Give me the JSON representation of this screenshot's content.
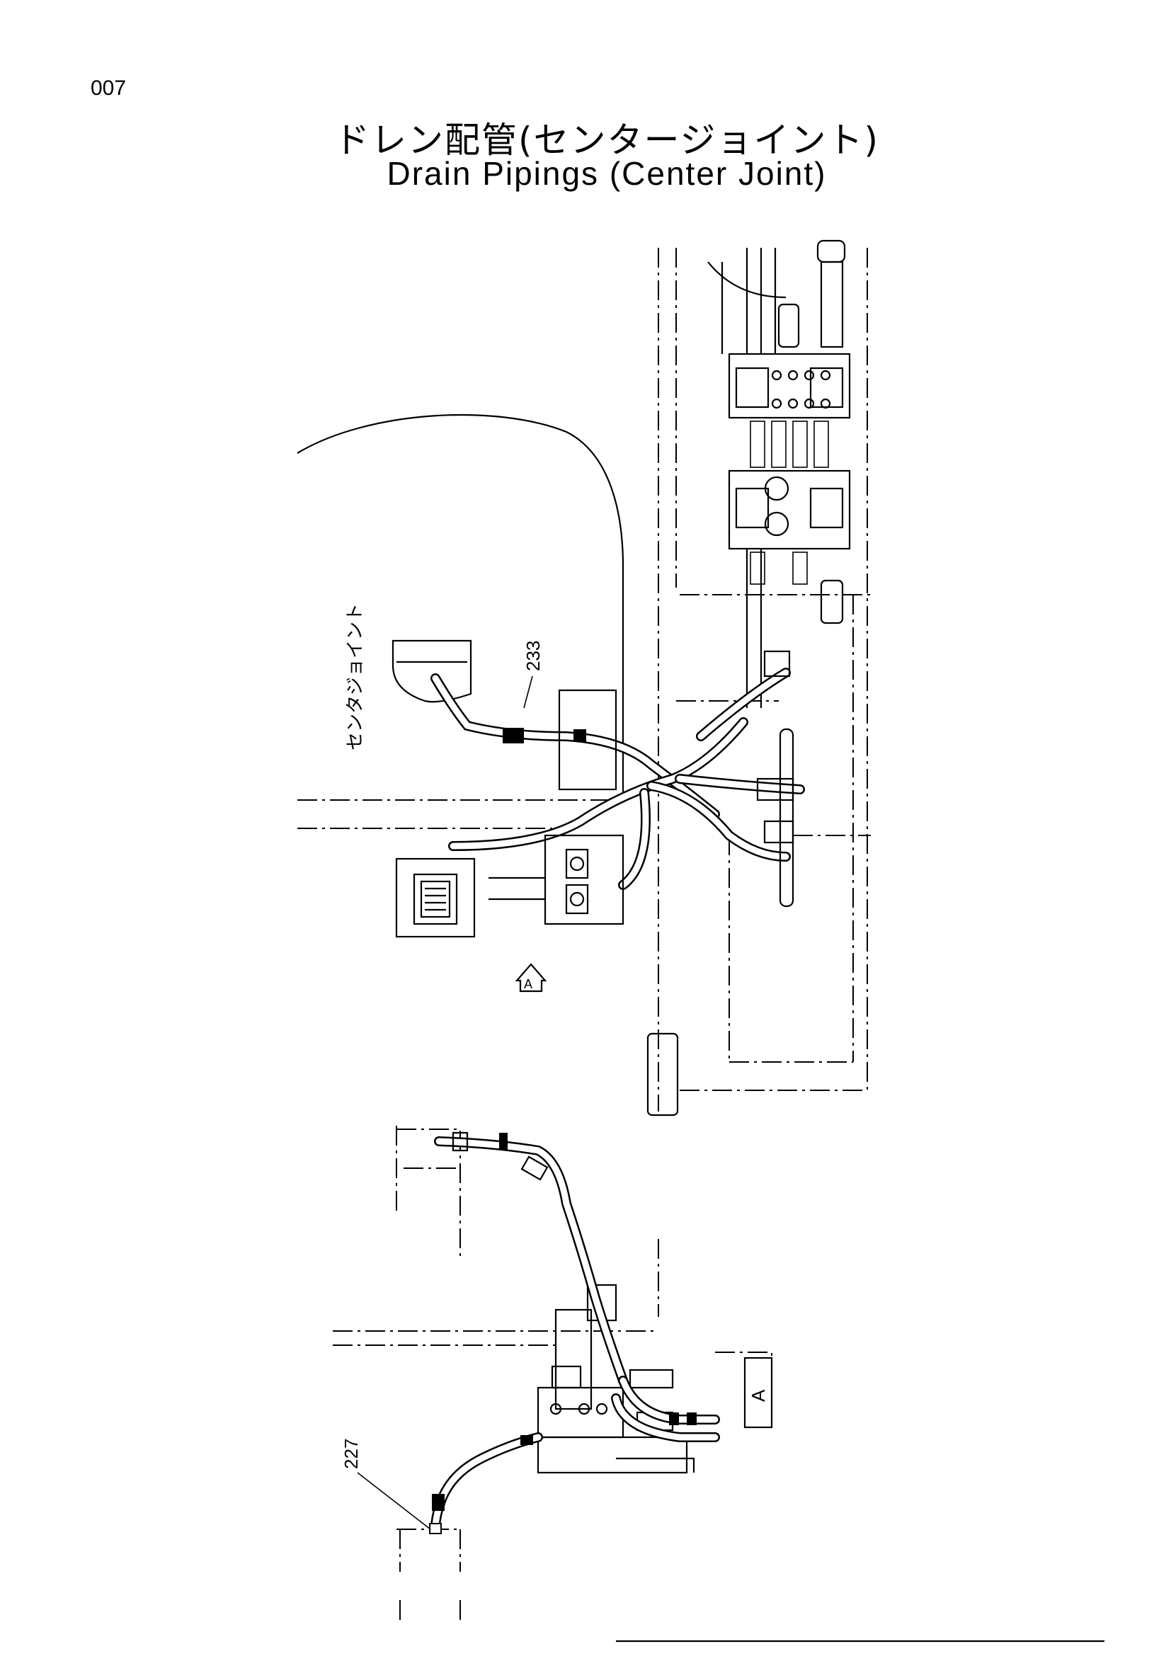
{
  "page": {
    "number": "007"
  },
  "title": {
    "japanese": "ドレン配管(センタージョイント)",
    "english": "Drain Pipings (Center Joint)"
  },
  "callouts": {
    "part_233": "233",
    "part_227": "227",
    "view_a_top": "A",
    "view_a_bottom": "A"
  },
  "annotations": {
    "center_joint_jp": "センタジョイント"
  }
}
